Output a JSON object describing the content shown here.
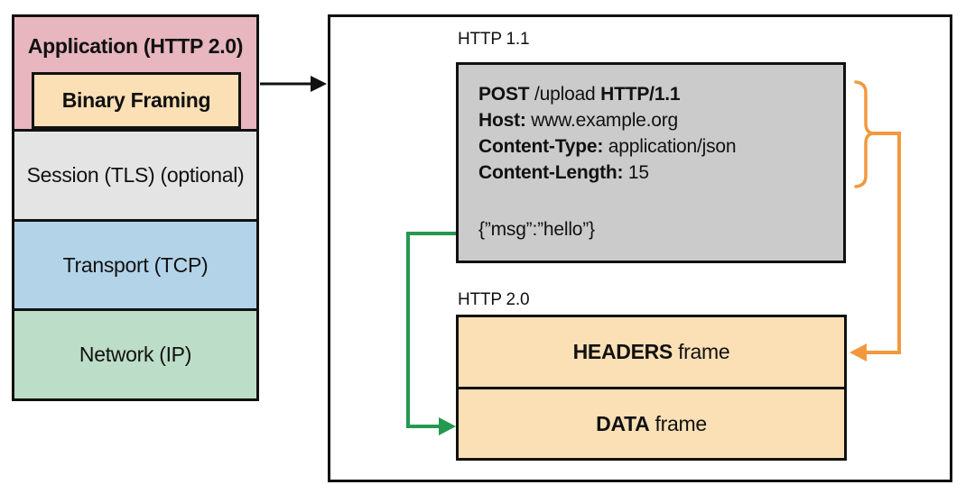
{
  "stack": {
    "application_label": "Application (HTTP 2.0)",
    "binary_framing_label": "Binary Framing",
    "session_label": "Session (TLS) (optional)",
    "transport_label": "Transport (TCP)",
    "network_label": "Network (IP)"
  },
  "detail_panel": {
    "http11_label": "HTTP 1.1",
    "request": {
      "method": "POST",
      "path": " /upload ",
      "version": "HTTP/1.1",
      "host_key": "Host:",
      "host_value": " www.example.org",
      "content_type_key": "Content-Type:",
      "content_type_value": " application/json",
      "content_length_key": "Content-Length:",
      "content_length_value": " 15",
      "body": "{”msg”:”hello”}"
    },
    "http20_label": "HTTP 2.0",
    "headers_frame": {
      "name": "HEADERS",
      "suffix": " frame"
    },
    "data_frame": {
      "name": "DATA",
      "suffix": " frame"
    }
  },
  "colors": {
    "application_fill": "#e7b6be",
    "binary_framing_fill": "#fbdfb5",
    "session_fill": "#e4e4e4",
    "transport_fill": "#b2d3e8",
    "network_fill": "#bcddc7",
    "request_box_fill": "#cbcbcb",
    "frame_fill": "#fbdfb5",
    "outline": "#111111",
    "headers_arrow": "#f2993e",
    "data_arrow": "#24994f"
  }
}
